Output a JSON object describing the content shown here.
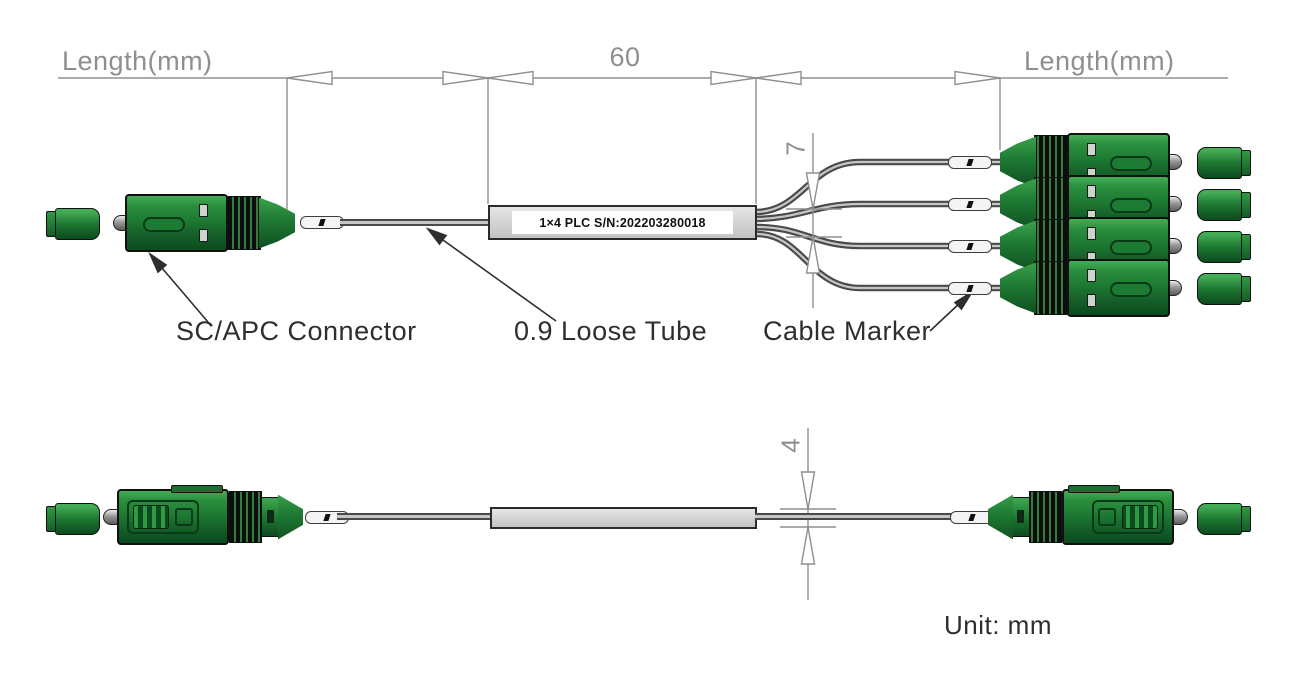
{
  "top_view": {
    "length_left_label": "Length(mm)",
    "center_dim": "60",
    "length_right_label": "Length(mm)",
    "fanout_dim": "7",
    "tube_label": "1×4 PLC S/N:202203280018",
    "callout_connector": "SC/APC Connector",
    "callout_loose_tube": "0.9 Loose Tube",
    "callout_cable_marker": "Cable Marker"
  },
  "side_view": {
    "height_dim": "4"
  },
  "footer": {
    "unit_note": "Unit: mm"
  },
  "colors": {
    "connector_green": "#1e7a33",
    "connector_green_dark": "#0d4a1e",
    "connector_green_light": "#3fa851",
    "tube_gray": "#d9d9d9",
    "label_white": "#ffffff",
    "dimension_gray": "#8f8f8f",
    "annotation_dark": "#2e2e2e",
    "fiber_gray": "#4a4a4a"
  }
}
